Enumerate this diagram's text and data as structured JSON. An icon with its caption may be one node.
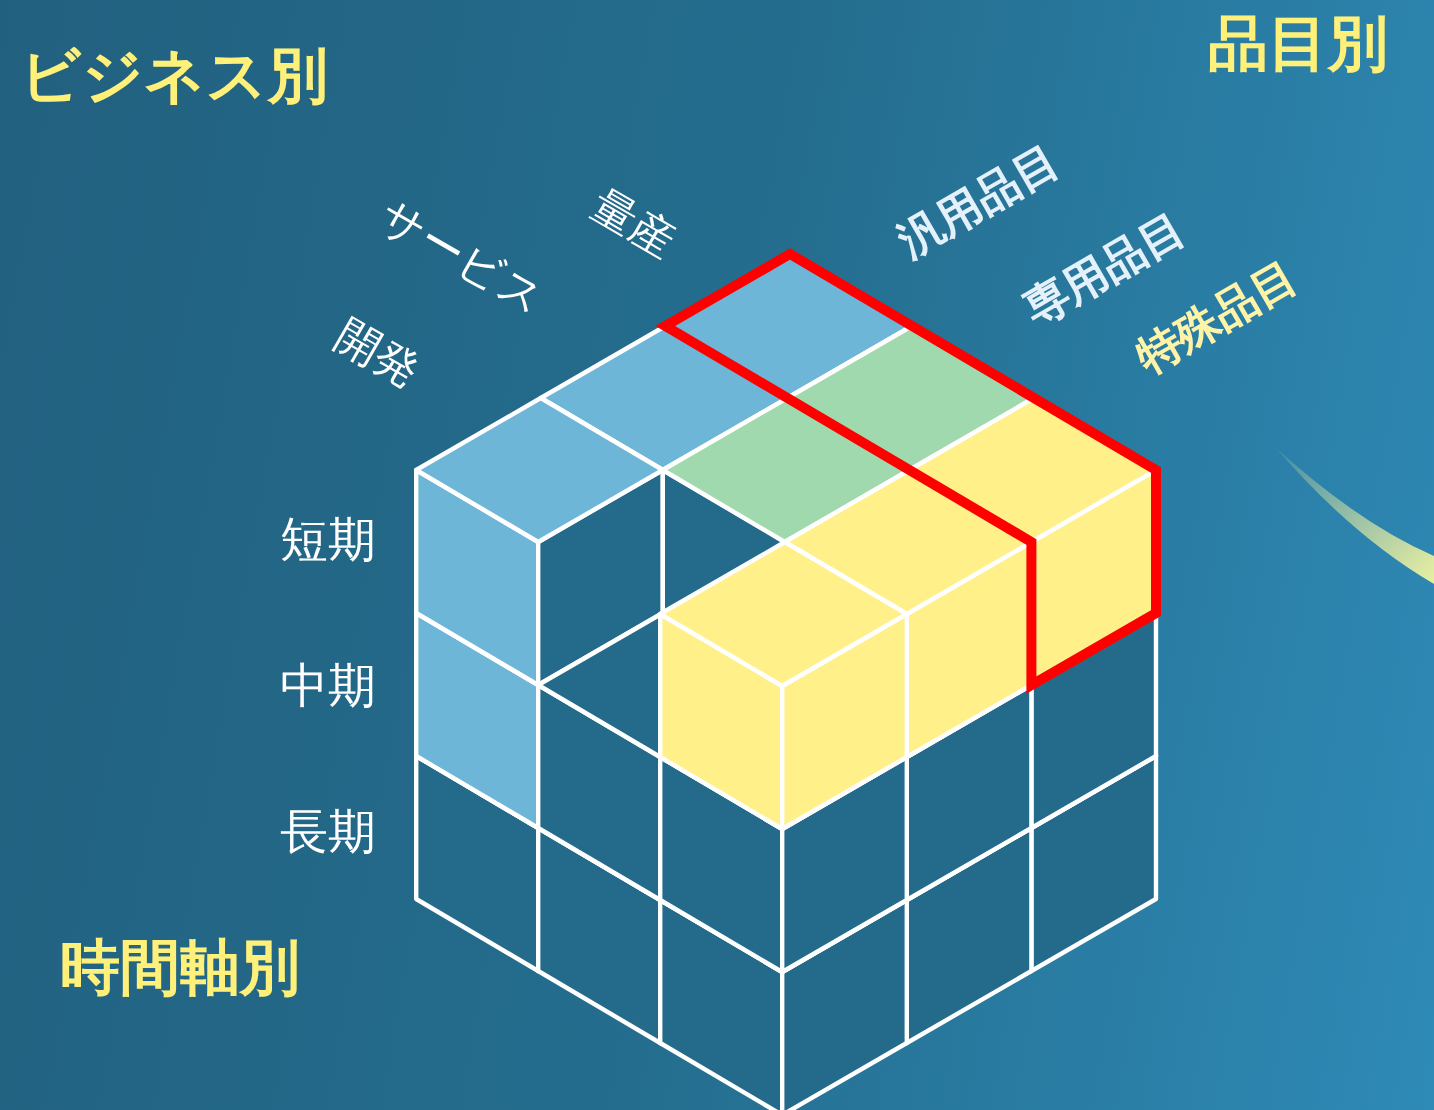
{
  "diagram": {
    "labels": [
      "ビジネス別",
      "品目別",
      "量産",
      "汎用品目",
      "サービス",
      "専用品目",
      "開発",
      "特殊品目",
      "短期",
      "中期",
      "長期",
      "時間軸別"
    ]
  }
}
